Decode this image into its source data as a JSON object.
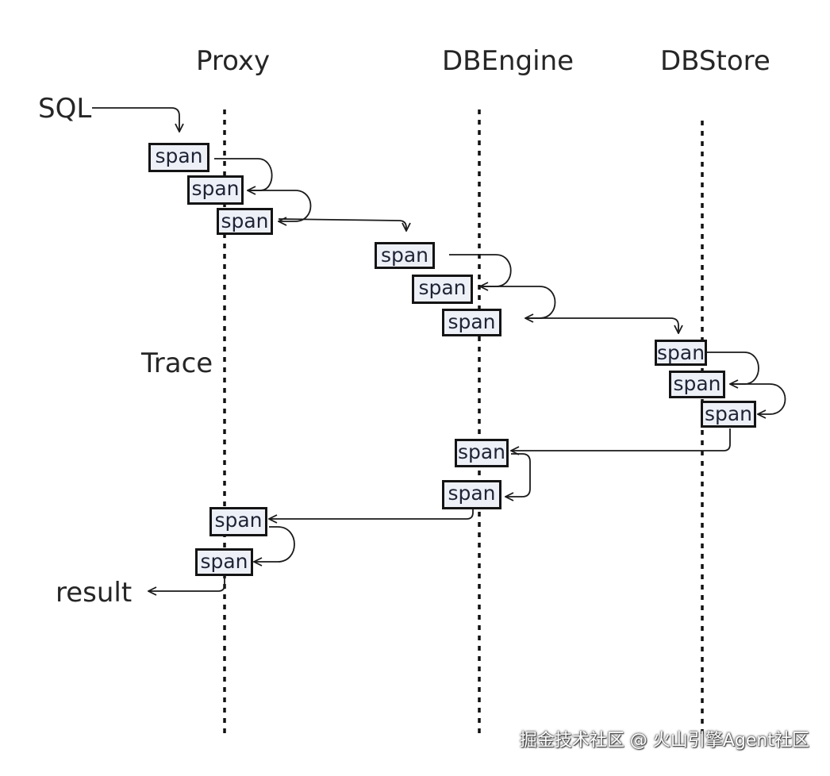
{
  "lanes": {
    "proxy": "Proxy",
    "engine": "DBEngine",
    "store": "DBStore"
  },
  "labels": {
    "input": "SQL",
    "trace": "Trace",
    "output": "result"
  },
  "span_label": "span",
  "watermark": "掘金技术社区 @ 火山引擎Agent社区",
  "colors": {
    "line": "#1a1a1a",
    "span_fill": "#edf0f7",
    "text": "#262626"
  }
}
